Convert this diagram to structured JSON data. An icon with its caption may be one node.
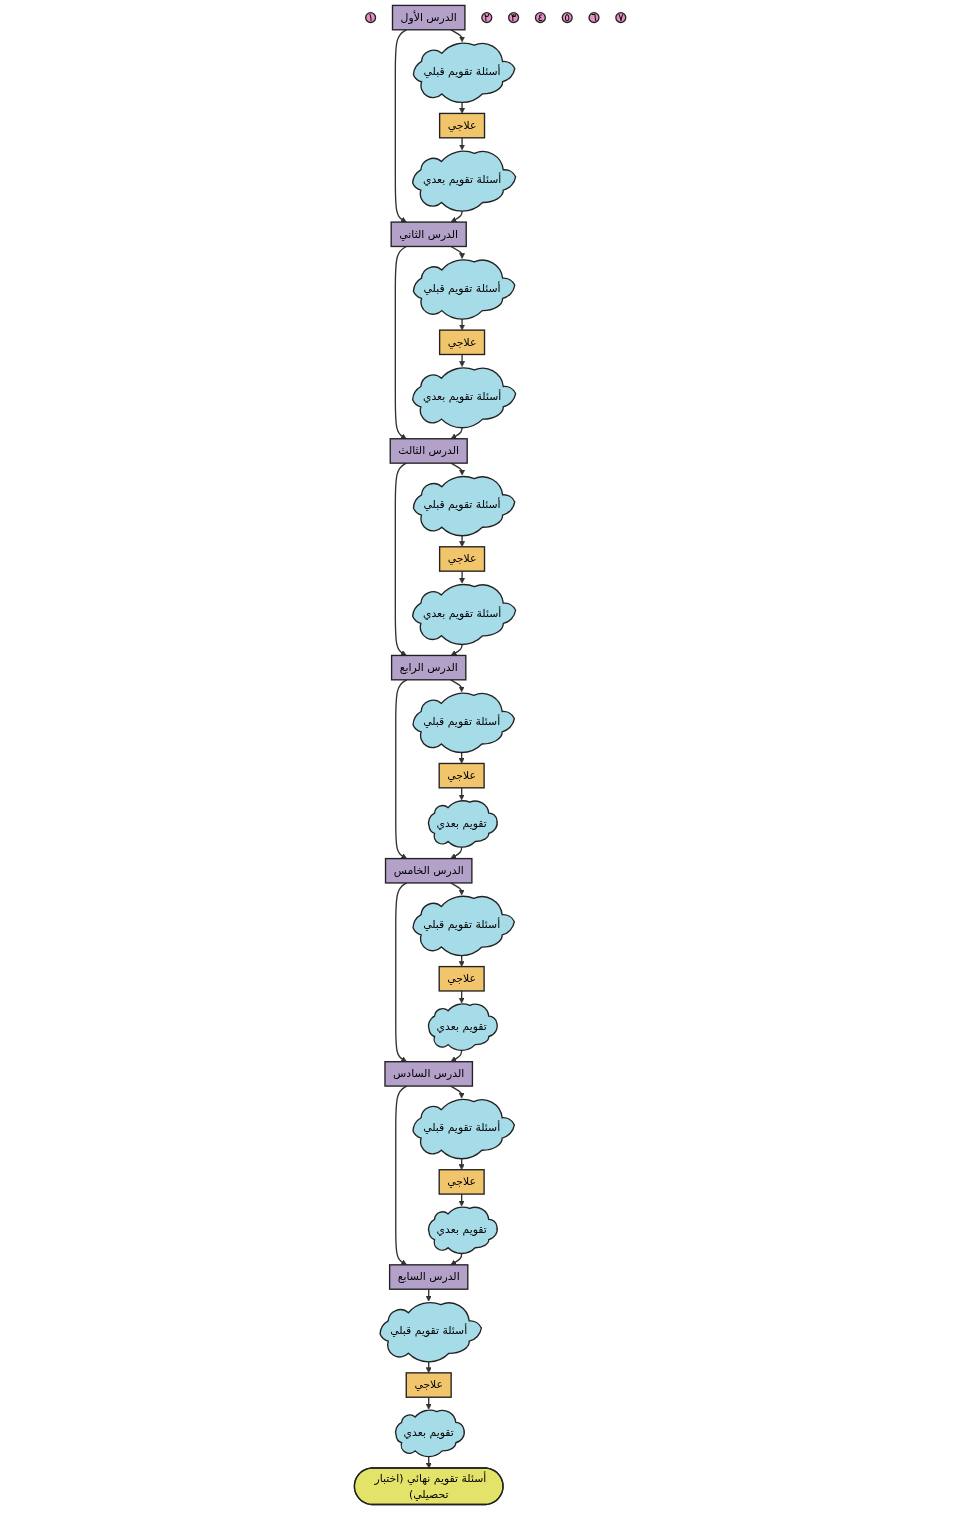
{
  "diagram": {
    "nodes": [
      {
        "text": [
          "١"
        ]
      },
      {
        "text": [
          "الدرس الأول"
        ]
      },
      {
        "text": [
          "أسئلة تقويم قبلي"
        ]
      },
      {
        "text": [
          "علاجي"
        ]
      },
      {
        "text": [
          "أسئلة تقويم بعدي"
        ]
      },
      {
        "text": [
          "٢"
        ]
      },
      {
        "text": [
          "الدرس الثاني"
        ]
      },
      {
        "text": [
          "أسئلة تقويم قبلي"
        ]
      },
      {
        "text": [
          "علاجي"
        ]
      },
      {
        "text": [
          "أسئلة تقويم بعدي"
        ]
      },
      {
        "text": [
          "٣"
        ]
      },
      {
        "text": [
          "الدرس الثالث"
        ]
      },
      {
        "text": [
          "أسئلة تقويم قبلي"
        ]
      },
      {
        "text": [
          "علاجي"
        ]
      },
      {
        "text": [
          "أسئلة تقويم بعدي"
        ]
      },
      {
        "text": [
          "٤"
        ]
      },
      {
        "text": [
          "الدرس الرابع"
        ]
      },
      {
        "text": [
          "أسئلة تقويم قبلي"
        ]
      },
      {
        "text": [
          "علاجي"
        ]
      },
      {
        "text": [
          "تقويم بعدي"
        ]
      },
      {
        "text": [
          "٥"
        ]
      },
      {
        "text": [
          "الدرس الخامس"
        ]
      },
      {
        "text": [
          "أسئلة تقويم قبلي"
        ]
      },
      {
        "text": [
          "علاجي"
        ]
      },
      {
        "text": [
          "تقويم بعدي"
        ]
      },
      {
        "text": [
          "٦"
        ]
      },
      {
        "text": [
          "الدرس السادس"
        ]
      },
      {
        "text": [
          "أسئلة تقويم قبلي"
        ]
      },
      {
        "text": [
          "علاجي"
        ]
      },
      {
        "text": [
          "تقويم بعدي"
        ]
      },
      {
        "text": [
          "٧"
        ]
      },
      {
        "text": [
          "الدرس السابع"
        ]
      },
      {
        "text": [
          "أسئلة تقويم قبلي"
        ]
      },
      {
        "text": [
          "علاجي"
        ]
      },
      {
        "text": [
          "تقويم بعدي"
        ]
      },
      {
        "text": [
          "أسئلة تقويم نهائي (اختبار تحصيلي)"
        ]
      }
    ],
    "edges": [
      {
        "from": 1,
        "to": 2,
        "arrow": "to"
      },
      {
        "from": 2,
        "to": 3,
        "arrow": "to"
      },
      {
        "from": 3,
        "to": 4,
        "arrow": "to"
      },
      {
        "from": 1,
        "to": 6,
        "arrow": "to"
      },
      {
        "from": 4,
        "to": 6,
        "arrow": "to"
      },
      {
        "from": 6,
        "to": 7,
        "arrow": "to"
      },
      {
        "from": 7,
        "to": 8,
        "arrow": "to"
      },
      {
        "from": 8,
        "to": 9,
        "arrow": "to"
      },
      {
        "from": 6,
        "to": 11,
        "arrow": "to"
      },
      {
        "from": 9,
        "to": 11,
        "arrow": "to"
      },
      {
        "from": 11,
        "to": 12,
        "arrow": "to"
      },
      {
        "from": 12,
        "to": 13,
        "arrow": "to"
      },
      {
        "from": 13,
        "to": 14,
        "arrow": "to"
      },
      {
        "from": 11,
        "to": 16,
        "arrow": "to"
      },
      {
        "from": 14,
        "to": 16,
        "arrow": "to"
      },
      {
        "from": 16,
        "to": 17,
        "arrow": "to"
      },
      {
        "from": 17,
        "to": 18,
        "arrow": "to"
      },
      {
        "from": 18,
        "to": 19,
        "arrow": "to"
      },
      {
        "from": 16,
        "to": 21,
        "arrow": "to"
      },
      {
        "from": 19,
        "to": 21,
        "arrow": "to"
      },
      {
        "from": 21,
        "to": 22,
        "arrow": "to"
      },
      {
        "from": 22,
        "to": 23,
        "arrow": "to"
      },
      {
        "from": 23,
        "to": 24,
        "arrow": "to"
      },
      {
        "from": 21,
        "to": 26,
        "arrow": "to"
      },
      {
        "from": 24,
        "to": 26,
        "arrow": "to"
      },
      {
        "from": 26,
        "to": 27,
        "arrow": "to"
      },
      {
        "from": 27,
        "to": 28,
        "arrow": "to"
      },
      {
        "from": 28,
        "to": 29,
        "arrow": "to"
      },
      {
        "from": 26,
        "to": 31,
        "arrow": "to"
      },
      {
        "from": 29,
        "to": 31,
        "arrow": "to"
      },
      {
        "from": 31,
        "to": 32,
        "arrow": "to"
      },
      {
        "from": 32,
        "to": 33,
        "arrow": "to"
      },
      {
        "from": 33,
        "to": 34,
        "arrow": "to"
      },
      {
        "from": 34,
        "to": 35,
        "arrow": "to"
      }
    ]
  }
}
